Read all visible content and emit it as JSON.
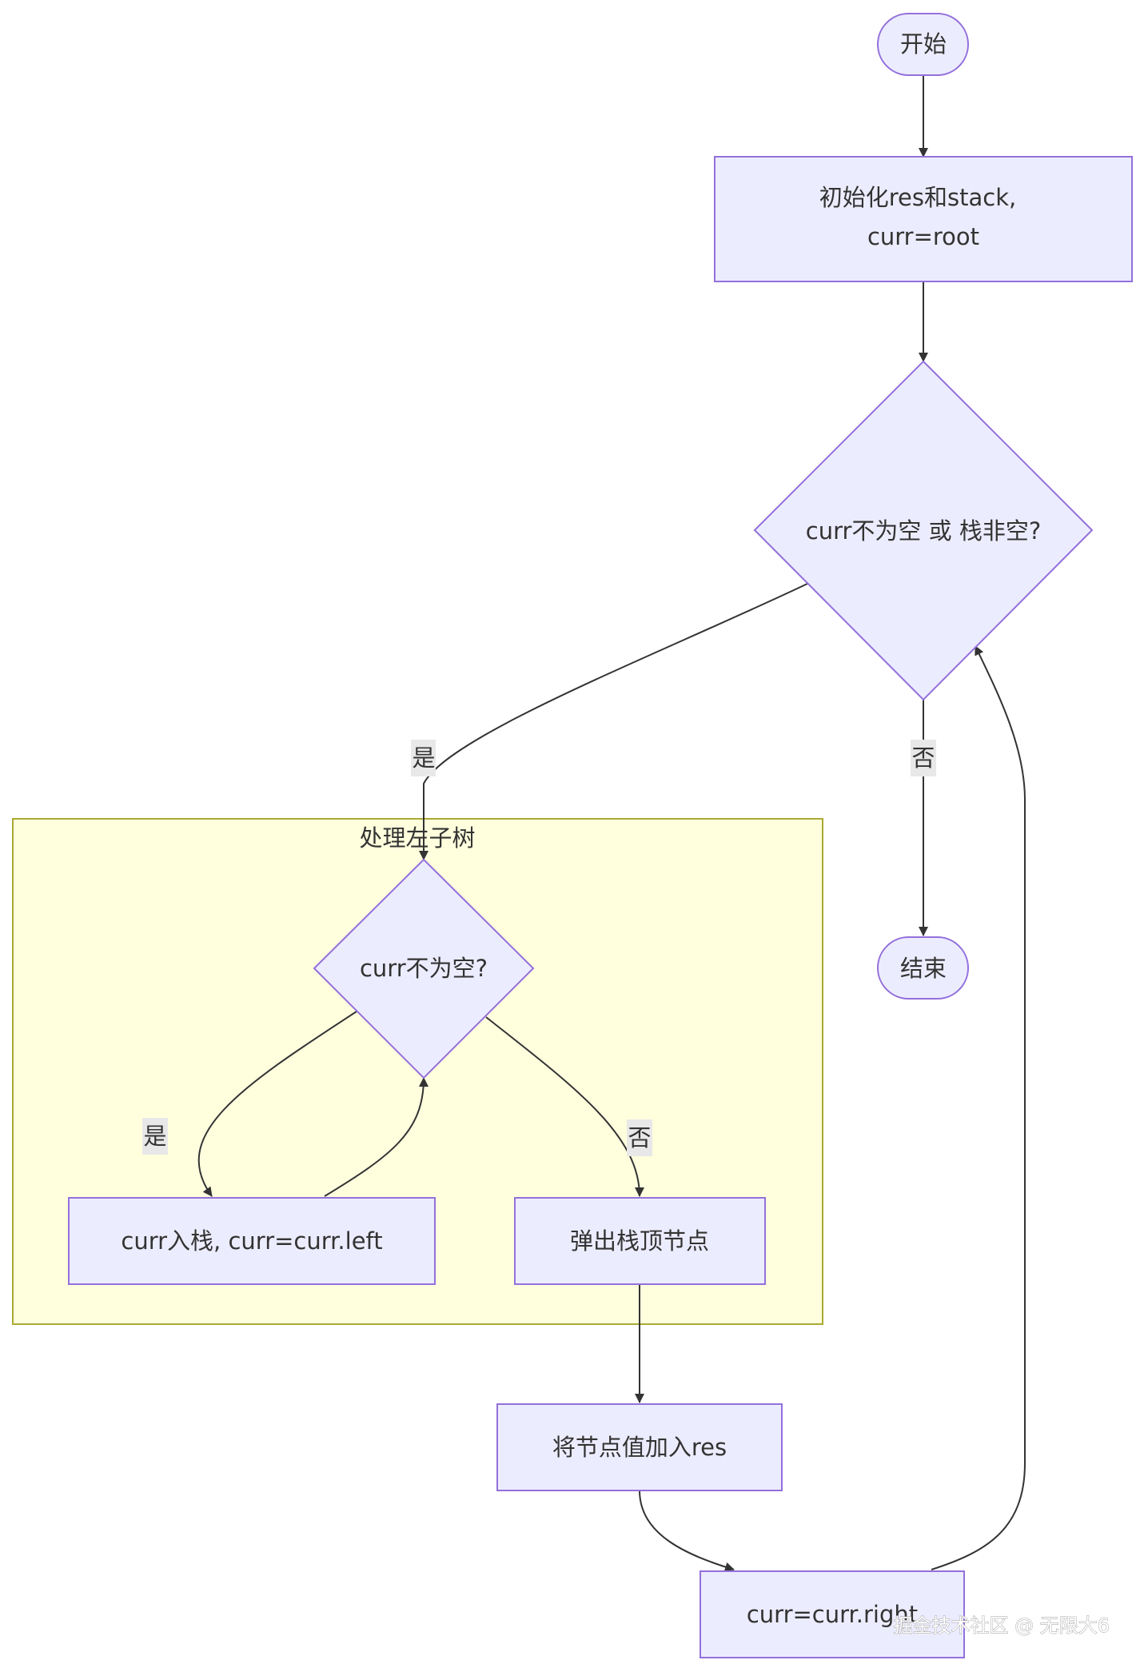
{
  "nodes": {
    "start": "开始",
    "init_line1": "初始化res和stack,",
    "init_line2": "curr=root",
    "loop_condition": "curr不为空 或 栈非空?",
    "end": "结束",
    "left_condition": "curr不为空?",
    "push_left": "curr入栈, curr=curr.left",
    "pop": "弹出栈顶节点",
    "add_value": "将节点值加入res",
    "go_right": "curr=curr.right"
  },
  "cluster": {
    "title": "处理左子树"
  },
  "edge_labels": {
    "loop_yes": "是",
    "loop_no": "否",
    "left_yes": "是",
    "left_no": "否"
  },
  "watermark": "掘金技术社区 @ 无限大6",
  "colors": {
    "node_fill": "#ECECFF",
    "node_stroke": "#9370DB",
    "cluster_fill": "#FFFFDE",
    "cluster_stroke": "#AAAA33",
    "edge": "#333333"
  }
}
